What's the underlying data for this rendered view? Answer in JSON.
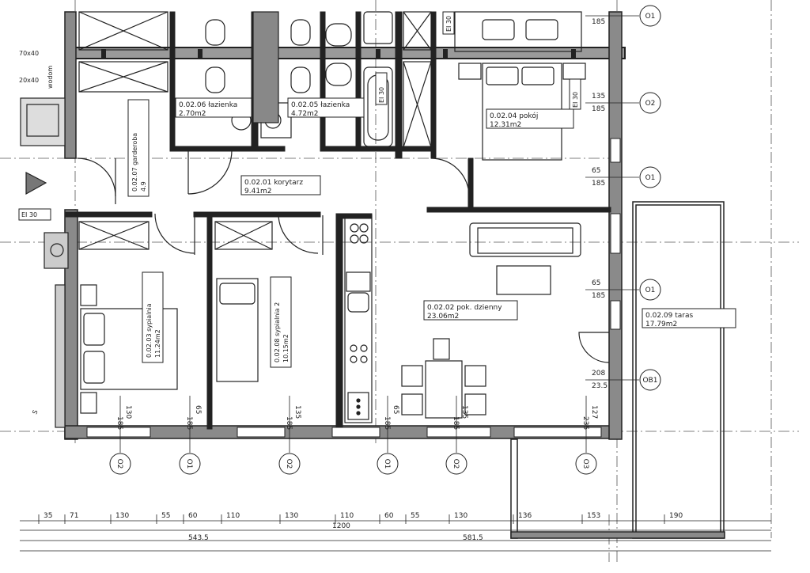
{
  "rooms": {
    "bath_small": {
      "code": "0.02.06 łazienka",
      "area": "2.70m2"
    },
    "bath_large": {
      "code": "0.02.05 łazienka",
      "area": "4.72m2"
    },
    "bedroom_top": {
      "code": "0.02.04 pokój",
      "area": "12.31m2"
    },
    "hall": {
      "code": "0.02.01 korytarz",
      "area": "9.41m2"
    },
    "wardrobe": {
      "code": "0.02.07 garderoba",
      "area": "4.9"
    },
    "living": {
      "code": "0.02.02 pok. dzienny",
      "area": "23.06m2"
    },
    "balcony": {
      "code": "0.02.09 taras",
      "area": "17.79m2"
    },
    "bedroom1": {
      "code": "0.02.03 sypialnia",
      "area": "11.24m2"
    },
    "bedroom2": {
      "code": "0.02.08 sypialnia 2",
      "area": "10.15m2"
    }
  },
  "tags": {
    "e130_left": "EI 30",
    "e130_bath": "EI 30",
    "e130_top": "EI 30",
    "e130_vert": "EI 30",
    "wodom": "wodom",
    "wodom2": "70x40",
    "wodom3": "20x40"
  },
  "window_markers": {
    "right": [
      {
        "label": "O1",
        "top": "",
        "bot": "185"
      },
      {
        "label": "O2",
        "top": "135",
        "bot": "185"
      },
      {
        "label": "O1",
        "top": "65",
        "bot": "185"
      },
      {
        "label": "O1",
        "top": "65",
        "bot": "185"
      },
      {
        "label": "OB1",
        "top": "208",
        "bot": "23.5"
      }
    ],
    "bottom": [
      {
        "label": "O2",
        "a": "185",
        "b": "130"
      },
      {
        "label": "O1",
        "a": "185",
        "b": "65"
      },
      {
        "label": "O2",
        "a": "185",
        "b": "135"
      },
      {
        "label": "O1",
        "a": "185",
        "b": "65"
      },
      {
        "label": "O2",
        "a": "185",
        "b": "135"
      },
      {
        "label": "O3",
        "a": "235",
        "b": "127"
      }
    ]
  },
  "dimensions": {
    "row1": [
      "35",
      "71",
      "130",
      "55",
      "60",
      "110",
      "130",
      "110",
      "60",
      "55",
      "130",
      "136",
      "153",
      "190"
    ],
    "row2": [
      "1200"
    ],
    "row3": [
      "543.5",
      "581.5"
    ]
  },
  "compass": "S"
}
